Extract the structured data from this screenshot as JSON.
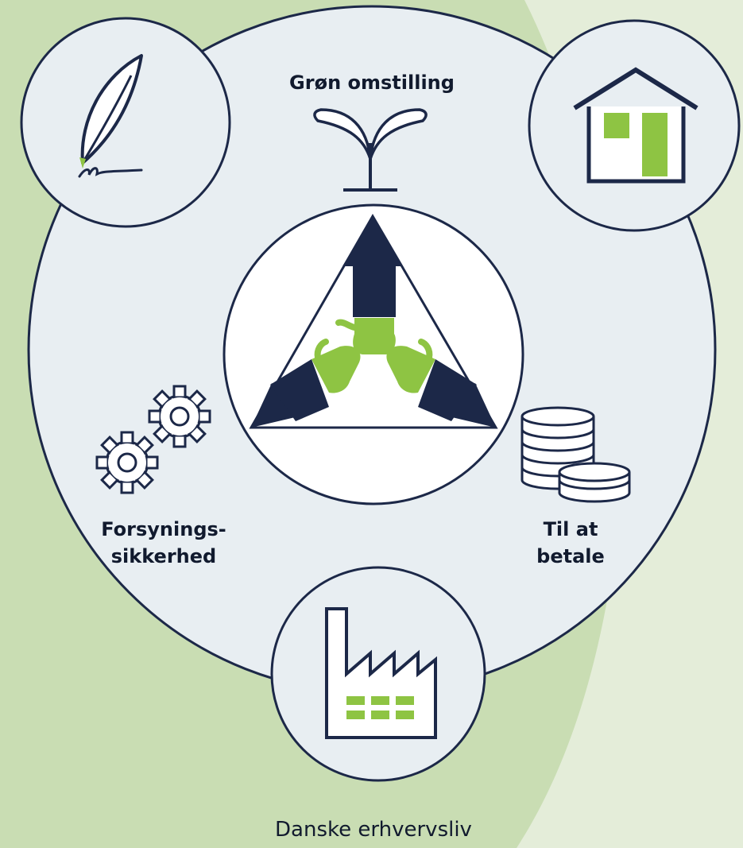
{
  "colors": {
    "background_light": "#e4edd9",
    "background_mid": "#c9ddb3",
    "panel": "#e8eef2",
    "navy": "#1c2848",
    "green": "#8ec443",
    "white": "#ffffff"
  },
  "diagram": {
    "top_label": "Grøn omstilling",
    "left_label_line1": "Forsynings-",
    "left_label_line2": "sikkerhed",
    "right_label_line1": "Til at",
    "right_label_line2": "betale",
    "bottom_label": "Danske erhvervsliv",
    "icons": [
      "feather-pen-icon",
      "house-icon",
      "sprout-icon",
      "gears-icon",
      "coins-icon",
      "factory-icon",
      "triangle-hands-icon"
    ]
  }
}
